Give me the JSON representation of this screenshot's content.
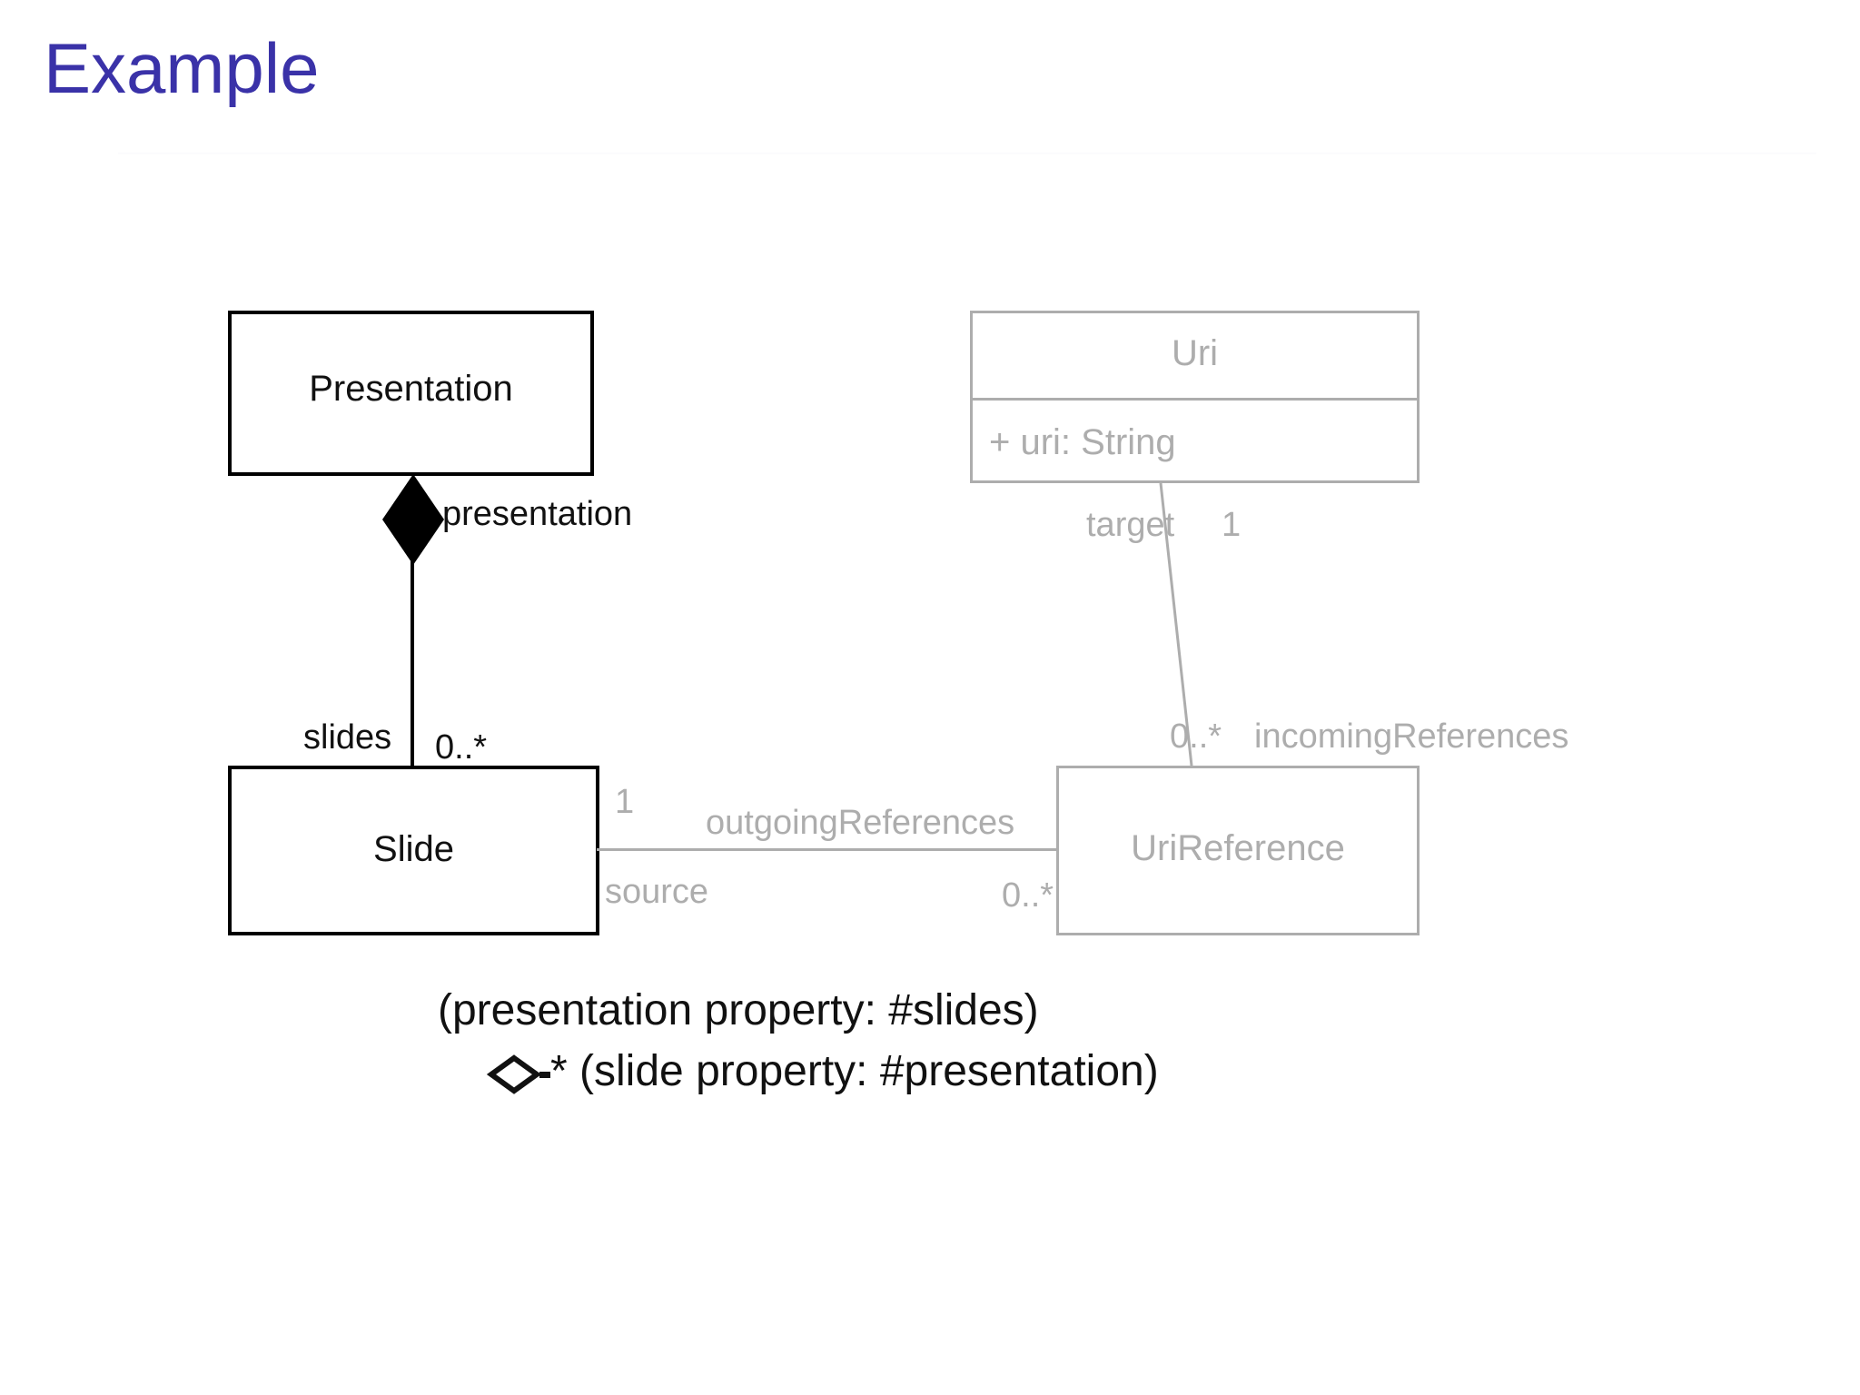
{
  "slide": {
    "title": "Example",
    "title_color": "#3a32a8",
    "background_color": "#ffffff",
    "faded_color": "#adadad",
    "solid_color": "#000000"
  },
  "classes": [
    {
      "id": "presentation",
      "name": "Presentation",
      "style": "solid",
      "attributes": []
    },
    {
      "id": "slide",
      "name": "Slide",
      "style": "solid",
      "attributes": []
    },
    {
      "id": "uri",
      "name": "Uri",
      "style": "faded",
      "attributes": [
        "+ uri: String"
      ]
    },
    {
      "id": "urireference",
      "name": "UriReference",
      "style": "faded",
      "attributes": []
    }
  ],
  "associations": [
    {
      "id": "presentation-slides",
      "style": "solid",
      "kind": "composition",
      "source_role": "presentation",
      "target_role": "slides",
      "target_multiplicity": "0..*"
    },
    {
      "id": "slide-outgoing",
      "style": "faded",
      "kind": "association",
      "label": "outgoingReferences",
      "source_multiplicity": "1",
      "source_role": "source",
      "target_multiplicity": "0..*"
    },
    {
      "id": "uri-incoming",
      "style": "faded",
      "kind": "association",
      "label": "incomingReferences",
      "source_role": "target",
      "source_multiplicity": "1",
      "target_multiplicity": "0..*"
    }
  ],
  "caption": {
    "line1": "(presentation property: #slides)",
    "line2_diamond": "<>-*",
    "line2_text": " (slide property: #presentation)"
  }
}
